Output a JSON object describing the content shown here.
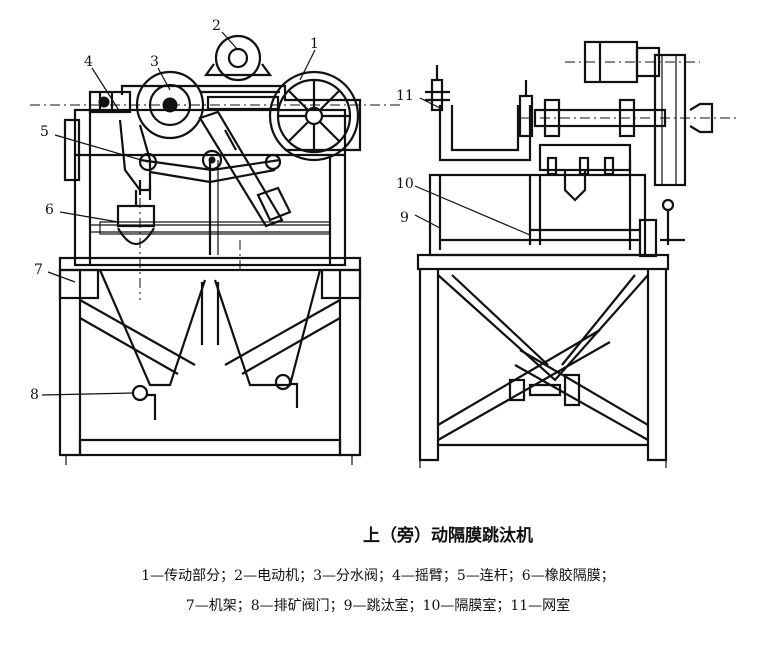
{
  "caption": "上（旁）动隔膜跳汰机",
  "legend_line1": "1—传动部分；2—电动机；3—分水阀；4—摇臂；5—连杆；6—橡胶隔膜；",
  "legend_line2": "7—机架；8—排矿阀门；9—跳汰室；10—隔膜室；11—网室",
  "labels": {
    "l1": "1",
    "l2": "2",
    "l3": "3",
    "l4": "4",
    "l5": "5",
    "l6": "6",
    "l7": "7",
    "l8": "8",
    "l9": "9",
    "l10": "10",
    "l11": "11"
  }
}
